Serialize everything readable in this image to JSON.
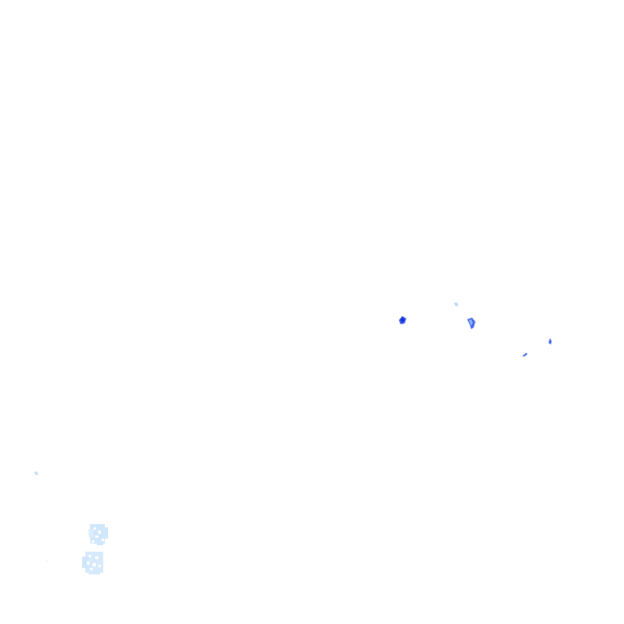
{
  "canvas": {
    "background": "#ffffff"
  },
  "palette": {
    "deep_blue": "#1f3fe6",
    "mid_blue": "#3a63f0",
    "pale_blue": "#cfe6fb",
    "faint_blue": "#e3f0fd"
  },
  "marks": [
    {
      "name": "speck-deep-blue-1",
      "color": "#1f3fe6"
    },
    {
      "name": "speck-deep-blue-2",
      "color": "#2a4fee"
    },
    {
      "name": "speck-faint-1",
      "color": "#9fc6f5"
    },
    {
      "name": "speck-deep-blue-3",
      "color": "#3a63f0"
    },
    {
      "name": "speck-deep-blue-4",
      "color": "#3a63f0"
    },
    {
      "name": "speck-faint-2",
      "color": "#bcdcf8"
    },
    {
      "name": "pale-cluster-upper",
      "color": "#cfe6fb"
    },
    {
      "name": "pale-cluster-lower",
      "color": "#d6eafc"
    }
  ]
}
